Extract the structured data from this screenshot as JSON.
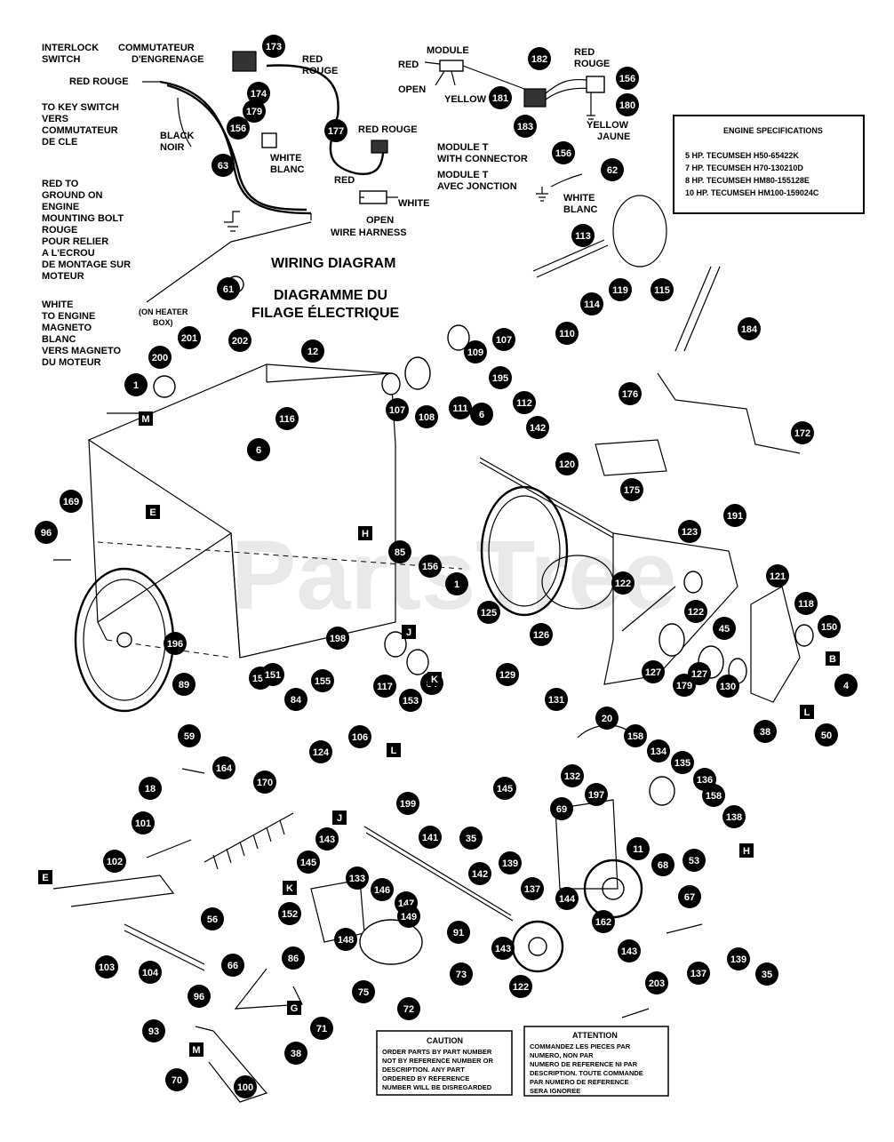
{
  "watermark": "PartsTree",
  "wiring": {
    "title_en": "WIRING DIAGRAM",
    "title_fr_1": "DIAGRAMME DU",
    "title_fr_2": "FILAGE ÉLECTRIQUE",
    "interlock_1": "INTERLOCK",
    "interlock_2": "SWITCH",
    "commutateur_1": "COMMUTATEUR",
    "commutateur_2": "D'ENGRENAGE",
    "red_rouge_a_1": "RED",
    "red_rouge_a_2": "ROUGE",
    "red_rouge_b": "RED ROUGE",
    "key_1": "TO KEY SWITCH",
    "key_2": "VERS",
    "key_3": "COMMUTATEUR",
    "key_4": "DE CLE",
    "black_1": "BLACK",
    "black_2": "NOIR",
    "white_blanc_1": "WHITE",
    "white_blanc_2": "BLANC",
    "red_rouge_c": "RED ROUGE",
    "red": "RED",
    "white": "WHITE",
    "open": "OPEN",
    "wire_harness": "WIRE HARNESS",
    "ground_1": "RED TO",
    "ground_2": "GROUND ON",
    "ground_3": "ENGINE",
    "ground_4": "MOUNTING BOLT",
    "ground_5": "ROUGE",
    "ground_6": "POUR RELIER",
    "ground_7": "A L'ECROU",
    "ground_8": "DE MONTAGE SUR",
    "ground_9": "MOTEUR",
    "magneto_1": "WHITE",
    "magneto_2": "TO ENGINE",
    "magneto_3": "MAGNETO",
    "magneto_4": "BLANC",
    "magneto_5": "VERS MAGNETO",
    "magneto_6": "DU MOTEUR",
    "heater_1": "(ON HEATER",
    "heater_2": "BOX)",
    "module": "MODULE",
    "red_m": "RED",
    "open_m": "OPEN",
    "yellow_m": "YELLOW",
    "red_rouge_m_1": "RED",
    "red_rouge_m_2": "ROUGE",
    "yellow_jaune_1": "YELLOW",
    "yellow_jaune_2": "JAUNE",
    "module_t_1": "MODULE T",
    "module_t_2": "WITH CONNECTOR",
    "module_t_3": "MODULE T",
    "module_t_4": "AVEC JONCTION",
    "white_blanc_m_1": "WHITE",
    "white_blanc_m_2": "BLANC"
  },
  "specs": {
    "title": "ENGINE SPECIFICATIONS",
    "lines": [
      "5 HP. TECUMSEH H50-65422K",
      "7 HP. TECUMSEH H70-130210D",
      "8 HP. TECUMSEH HM80-155128E",
      "10 HP. TECUMSEH HM100-159024C"
    ]
  },
  "caution": {
    "title": "CAUTION",
    "lines": [
      "ORDER PARTS BY PART NUMBER",
      "NOT BY REFERENCE NUMBER OR",
      "DESCRIPTION. ANY PART",
      "ORDERED BY REFERENCE",
      "NUMBER WILL BE DISREGARDED"
    ]
  },
  "attention": {
    "title": "ATTENTION",
    "lines": [
      "COMMANDEZ LES PIECES PAR",
      "NUMERO, NON PAR",
      "NUMERO DE REFERENCE NI PAR",
      "DESCRIPTION. TOUTE COMMANDE",
      "PAR NUMERO DE REFERENCE",
      "SERA IGNOREE"
    ]
  },
  "part_numbers": [
    "173",
    "174",
    "179",
    "156",
    "63",
    "177",
    "182",
    "181",
    "183",
    "180",
    "156",
    "156",
    "62",
    "113",
    "119",
    "115",
    "114",
    "110",
    "184",
    "61",
    "202",
    "201",
    "200",
    "1",
    "12",
    "107",
    "109",
    "107",
    "108",
    "111",
    "195",
    "6",
    "112",
    "116",
    "6",
    "142",
    "176",
    "172",
    "120",
    "175",
    "191",
    "169",
    "96",
    "85",
    "156",
    "1",
    "125",
    "126",
    "122",
    "123",
    "122",
    "121",
    "118",
    "150",
    "45",
    "4",
    "50",
    "38",
    "127",
    "179",
    "127",
    "130",
    "196",
    "198",
    "117",
    "153",
    "84",
    "84",
    "159",
    "151",
    "155",
    "89",
    "129",
    "131",
    "20",
    "158",
    "134",
    "135",
    "136",
    "158",
    "138",
    "132",
    "197",
    "59",
    "18",
    "164",
    "124",
    "106",
    "170",
    "101",
    "102",
    "56",
    "103",
    "104",
    "145",
    "35",
    "139",
    "199",
    "143",
    "141",
    "142",
    "69",
    "137",
    "11",
    "68",
    "53",
    "162",
    "67",
    "137",
    "139",
    "35",
    "145",
    "152",
    "133",
    "146",
    "147",
    "149",
    "148",
    "91",
    "75",
    "72",
    "73",
    "144",
    "143",
    "143",
    "122",
    "203",
    "66",
    "86",
    "71",
    "96",
    "93",
    "70",
    "100",
    "38"
  ],
  "ref_letters": [
    "M",
    "E",
    "H",
    "J",
    "K",
    "L",
    "B",
    "L",
    "J",
    "K",
    "G",
    "M",
    "H",
    "E"
  ]
}
